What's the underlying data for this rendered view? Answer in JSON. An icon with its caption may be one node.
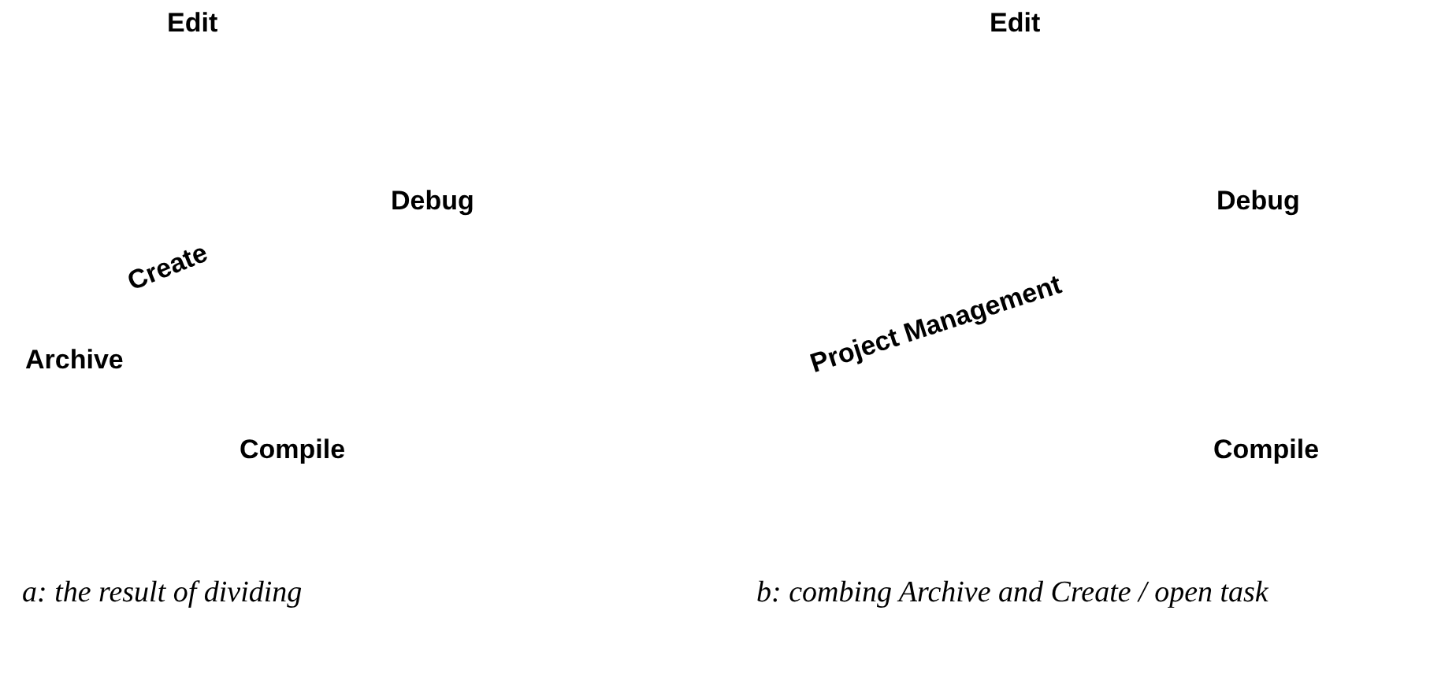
{
  "diagram": {
    "labels": [
      "Edit",
      "Debug",
      "Create",
      "Archive",
      "Compile",
      "Edit",
      "Debug",
      "Project Management",
      "Compile",
      "a: the result of dividing",
      "b: combing Archive and Create / open task"
    ]
  }
}
